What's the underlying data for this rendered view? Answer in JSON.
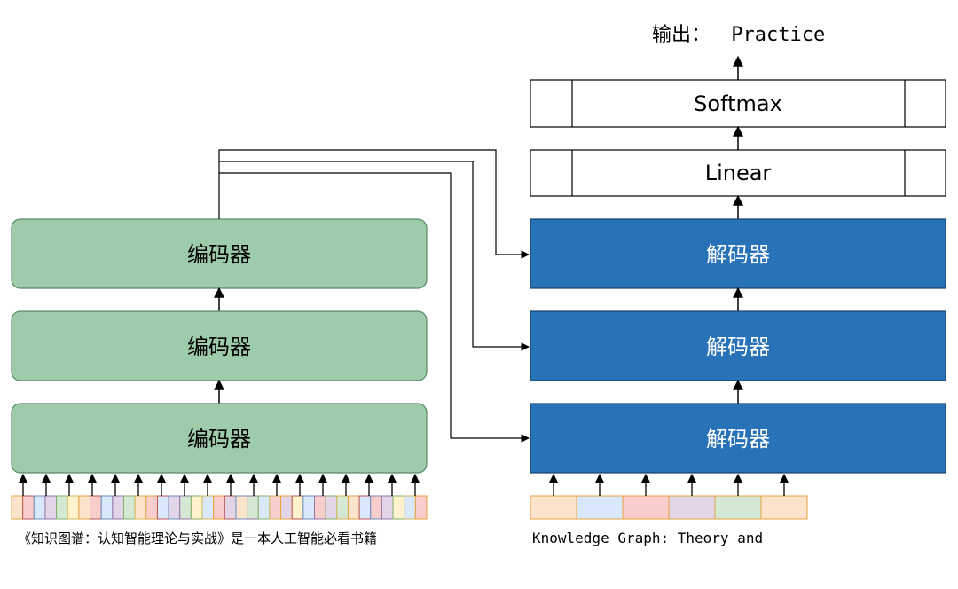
{
  "output": {
    "prefix": "输出：",
    "word": "Practice"
  },
  "decoder_stack": {
    "softmax_label": "Softmax",
    "linear_label": "Linear",
    "decoder_labels": [
      "解码器",
      "解码器",
      "解码器"
    ]
  },
  "encoder_stack": {
    "encoder_labels": [
      "编码器",
      "编码器",
      "编码器"
    ]
  },
  "encoder_input": {
    "caption": "《知识图谱：认知智能理论与实战》是一本人工智能必看书籍",
    "token_colors": [
      "#fce4cc",
      "#f8cecc",
      "#dae8fc",
      "#e1d5e7",
      "#d5e8d4",
      "#fff2cc",
      "#fce4cc",
      "#f8cecc",
      "#dae8fc",
      "#e1d5e7",
      "#d5e8d4",
      "#fce4cc",
      "#f8cecc",
      "#dae8fc",
      "#e1d5e7",
      "#d5e8d4",
      "#fff2cc",
      "#dae8fc",
      "#f8cecc",
      "#e1d5e7",
      "#fce4cc",
      "#d5e8d4",
      "#dae8fc",
      "#f8cecc",
      "#e1d5e7",
      "#fff2cc",
      "#dae8fc",
      "#f8cecc",
      "#e1d5e7",
      "#d5e8d4",
      "#fce4cc",
      "#dae8fc",
      "#f8cecc",
      "#e1d5e7",
      "#fff2cc",
      "#dae8fc",
      "#f8cecc"
    ],
    "token_border_colors": [
      "#e6a23c",
      "#b85450",
      "#6c8ebf",
      "#9673a6",
      "#82b366",
      "#d6b656"
    ]
  },
  "decoder_input": {
    "caption": "Knowledge Graph: Theory and",
    "token_colors": [
      "#fce4cc",
      "#dae8fc",
      "#f8cecc",
      "#e1d5e7",
      "#d5e8d4",
      "#fce4cc"
    ],
    "token_border_color": "#e6a23c"
  },
  "colors": {
    "encoder_fill": "#9ecbaa",
    "encoder_stroke": "#5a8a68",
    "decoder_fill": "#2872b8",
    "decoder_stroke": "#16426a",
    "line": "#000000"
  }
}
